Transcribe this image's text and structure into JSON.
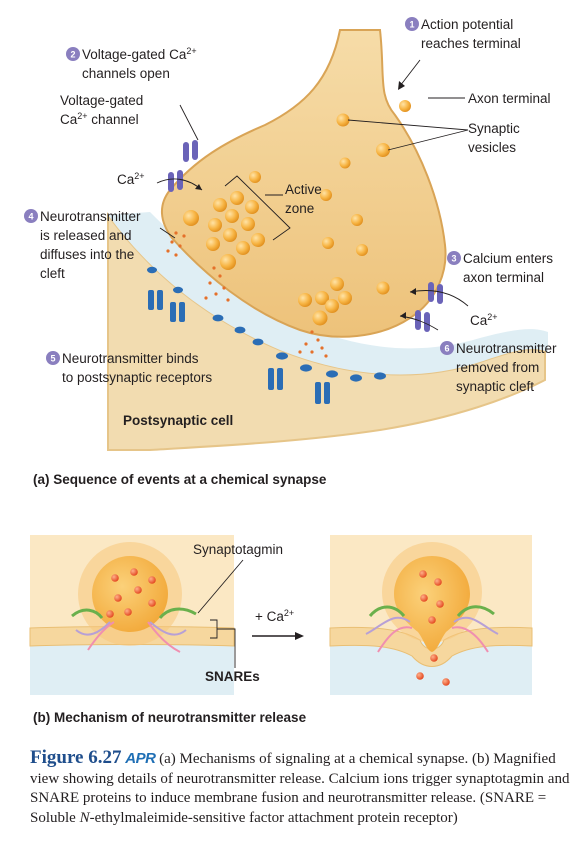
{
  "panel_a": {
    "steps": {
      "s1": {
        "num": "1",
        "line1": "Action potential",
        "line2": "reaches terminal"
      },
      "s2": {
        "num": "2",
        "line1": "Voltage-gated Ca",
        "sup": "2+",
        "line2": "channels open"
      },
      "s3": {
        "num": "3",
        "line1": "Calcium enters",
        "line2": "axon terminal"
      },
      "s4": {
        "num": "4",
        "line1": "Neurotransmitter",
        "line2": "is released and",
        "line3": "diffuses into the",
        "line4": "cleft"
      },
      "s5": {
        "num": "5",
        "line1": "Neurotransmitter binds",
        "line2": "to postsynaptic receptors"
      },
      "s6": {
        "num": "6",
        "line1": "Neurotransmitter",
        "line2": "removed from",
        "line3": "synaptic cleft"
      }
    },
    "labels": {
      "vg_channel_line1": "Voltage-gated",
      "vg_channel_ca": "Ca",
      "vg_channel_sup": "2+",
      "vg_channel_rest": " channel",
      "axon_terminal": "Axon terminal",
      "synaptic_vesicles_line1": "Synaptic",
      "synaptic_vesicles_line2": "vesicles",
      "active_zone_line1": "Active",
      "active_zone_line2": "zone",
      "ca_left": "Ca",
      "ca_left_sup": "2+",
      "ca_right": "Ca",
      "ca_right_sup": "2+",
      "postsynaptic_cell": "Postsynaptic cell"
    },
    "title": "(a) Sequence of events at a chemical synapse"
  },
  "panel_b": {
    "synaptotagmin": "Synaptotagmin",
    "snares": "SNAREs",
    "plus_ca": "+ Ca",
    "plus_ca_sup": "2+",
    "title": "(b) Mechanism of neurotransmitter release"
  },
  "caption": {
    "figure": "Figure 6.27",
    "apr": "APR",
    "text1": " (a) Mechanisms of signaling at a chemical synapse. (b) Magnified view showing details of neurotransmitter release. Calcium ions trigger synaptotagmin and SNARE proteins to induce membrane fusion and neurotransmitter release. (SNARE = Soluble ",
    "text_italic": "N",
    "text2": "-ethylmaleimide-sensitive factor attachment protein receptor)"
  },
  "colors": {
    "terminal_fill": "#f0cd8c",
    "terminal_edge": "#d9a456",
    "postsynaptic_fill": "#f2dcb0",
    "cleft_fill": "#dfeef4",
    "vesicle": "#f6ac36",
    "channel": "#6a63b8",
    "receptor": "#2b6db5",
    "step_circle": "#8a7fbf",
    "caption_title": "#1f4e8c"
  }
}
